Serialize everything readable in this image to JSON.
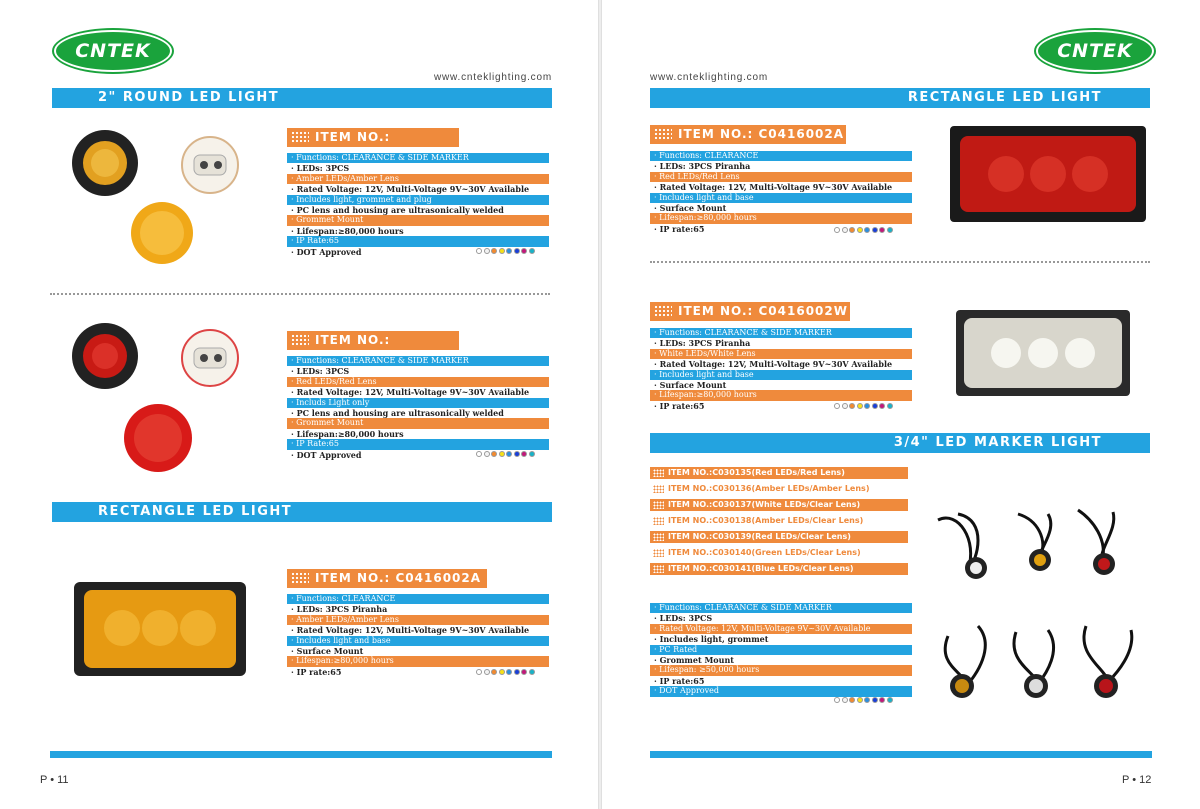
{
  "brand": {
    "logo_text": "CNTEK",
    "url": "www.cnteklighting.com"
  },
  "colors": {
    "band_blue": "#23a3e0",
    "accent_orange": "#ef8a3c",
    "logo_green": "#1aa33c"
  },
  "swatch_colors": [
    "#ffffff",
    "#f3f3f3",
    "#f28a30",
    "#f7e018",
    "#2a8fe0",
    "#1a3fd8",
    "#c2187a",
    "#19b2c7"
  ],
  "left": {
    "section1": "2\" ROUND LED LIGHT",
    "item1": {
      "title": "ITEM NO.: C030316",
      "specs": [
        "· Functions: CLEARANCE & SIDE MARKER",
        "· LEDs: 3PCS",
        "· Amber LEDs/Amber Lens",
        "· Rated Voltage: 12V, Multi-Voltage 9V~30V Available",
        "· Includes light, grommet and plug",
        "· PC lens and housing are ultrasonically welded",
        "· Grommet Mount",
        "· Lifespan:≥80,000 hours",
        "· IP Rate:65",
        "· DOT Approved"
      ]
    },
    "item2": {
      "title": "ITEM NO.: C030317",
      "specs": [
        "· Functions: CLEARANCE & SIDE MARKER",
        "· LEDs: 3PCS",
        "· Red LEDs/Red Lens",
        "· Rated Voltage: 12V, Multi-Voltage 9V~30V Available",
        "· Includs Light only",
        "· PC lens and housing are ultrasonically welded",
        "· Grommet Mount",
        "· Lifespan:≥80,000 hours",
        "· IP Rate:65",
        "· DOT Approved"
      ]
    },
    "section2": "RECTANGLE LED LIGHT",
    "item3": {
      "title": "ITEM NO.: C0416002A",
      "specs": [
        "· Functions: CLEARANCE",
        "· LEDs: 3PCS Piranha",
        "· Amber LEDs/Amber Lens",
        "· Rated Voltage: 12V, Multi-Voltage 9V~30V Available",
        "· Includes light and base",
        "· Surface Mount",
        "· Lifespan:≥80,000 hours",
        "· IP rate:65"
      ]
    },
    "page": "P • 11"
  },
  "right": {
    "section1": "RECTANGLE LED LIGHT",
    "item1": {
      "title": "ITEM NO.: C0416002A",
      "specs": [
        "· Functions: CLEARANCE",
        "· LEDs: 3PCS Piranha",
        "· Red LEDs/Red Lens",
        "· Rated Voltage: 12V, Multi-Voltage 9V~30V Available",
        "· Includes light and base",
        "· Surface Mount",
        "· Lifespan:≥80,000 hours",
        "· IP rate:65"
      ]
    },
    "item2": {
      "title": "ITEM NO.: C0416002W",
      "specs": [
        "· Functions: CLEARANCE & SIDE MARKER",
        "· LEDs: 3PCS Piranha",
        "· White LEDs/White Lens",
        "· Rated Voltage: 12V, Multi-Voltage 9V~30V Available",
        "· Includes light and base",
        "· Surface Mount",
        "· Lifespan:≥80,000 hours",
        "· IP rate:65"
      ]
    },
    "section2": "3/4\" LED MARKER LIGHT",
    "marker_items": [
      "ITEM NO.:C030135(Red LEDs/Red Lens)",
      "ITEM NO.:C030136(Amber LEDs/Amber Lens)",
      "ITEM NO.:C030137(White LEDs/Clear Lens)",
      "ITEM NO.:C030138(Amber LEDs/Clear Lens)",
      "ITEM NO.:C030139(Red LEDs/Clear Lens)",
      "ITEM NO.:C030140(Green LEDs/Clear Lens)",
      "ITEM NO.:C030141(Blue LEDs/Clear Lens)"
    ],
    "marker_specs": [
      "· Functions: CLEARANCE & SIDE MARKER",
      "· LEDs: 3PCS",
      "· Rated Voltage: 12V, Multi-Voltage 9V~30V Available",
      "· Includes light, grommet",
      "· PC Rated",
      "· Grommet Mount",
      "· Lifespan: ≥50,000 hours",
      "· IP rate:65",
      "· DOT Approved"
    ],
    "page": "P • 12"
  }
}
